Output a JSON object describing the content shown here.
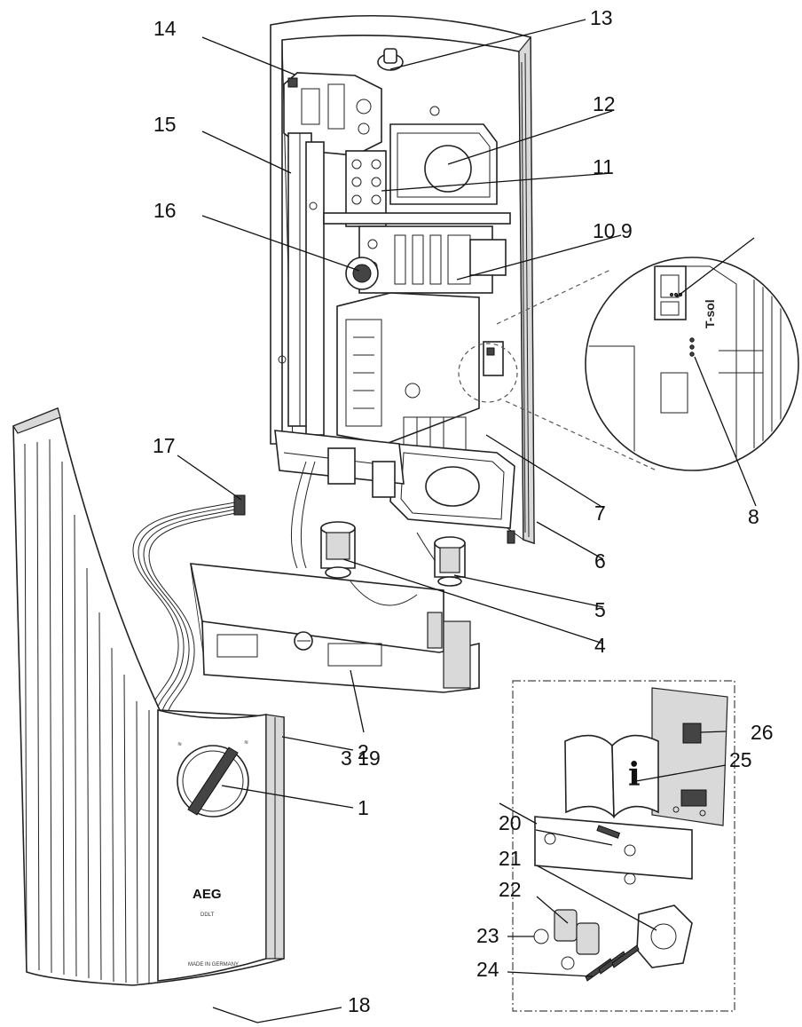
{
  "brand": {
    "logo_text": "AEG",
    "model_text": "DDLT",
    "made_in_text": "MADE IN GERMANY",
    "tsol_text": "T-sol"
  },
  "callouts": [
    {
      "id": "c1",
      "text": "1"
    },
    {
      "id": "c2",
      "text": "2"
    },
    {
      "id": "c3_19",
      "text": "3 19"
    },
    {
      "id": "c4",
      "text": "4"
    },
    {
      "id": "c5",
      "text": "5"
    },
    {
      "id": "c6",
      "text": "6"
    },
    {
      "id": "c7",
      "text": "7"
    },
    {
      "id": "c8",
      "text": "8"
    },
    {
      "id": "c10_9",
      "text": "10 9"
    },
    {
      "id": "c11",
      "text": "11"
    },
    {
      "id": "c12",
      "text": "12"
    },
    {
      "id": "c13",
      "text": "13"
    },
    {
      "id": "c14",
      "text": "14"
    },
    {
      "id": "c15",
      "text": "15"
    },
    {
      "id": "c16",
      "text": "16"
    },
    {
      "id": "c17",
      "text": "17"
    },
    {
      "id": "c18",
      "text": "18"
    },
    {
      "id": "c20",
      "text": "20"
    },
    {
      "id": "c21",
      "text": "21"
    },
    {
      "id": "c22",
      "text": "22"
    },
    {
      "id": "c23",
      "text": "23"
    },
    {
      "id": "c24",
      "text": "24"
    },
    {
      "id": "c25",
      "text": "25"
    },
    {
      "id": "c26",
      "text": "26"
    }
  ],
  "colors": {
    "line": "#222222",
    "fill_light": "#ffffff",
    "fill_grey": "#d9d9d9",
    "fill_dark": "#444444"
  }
}
